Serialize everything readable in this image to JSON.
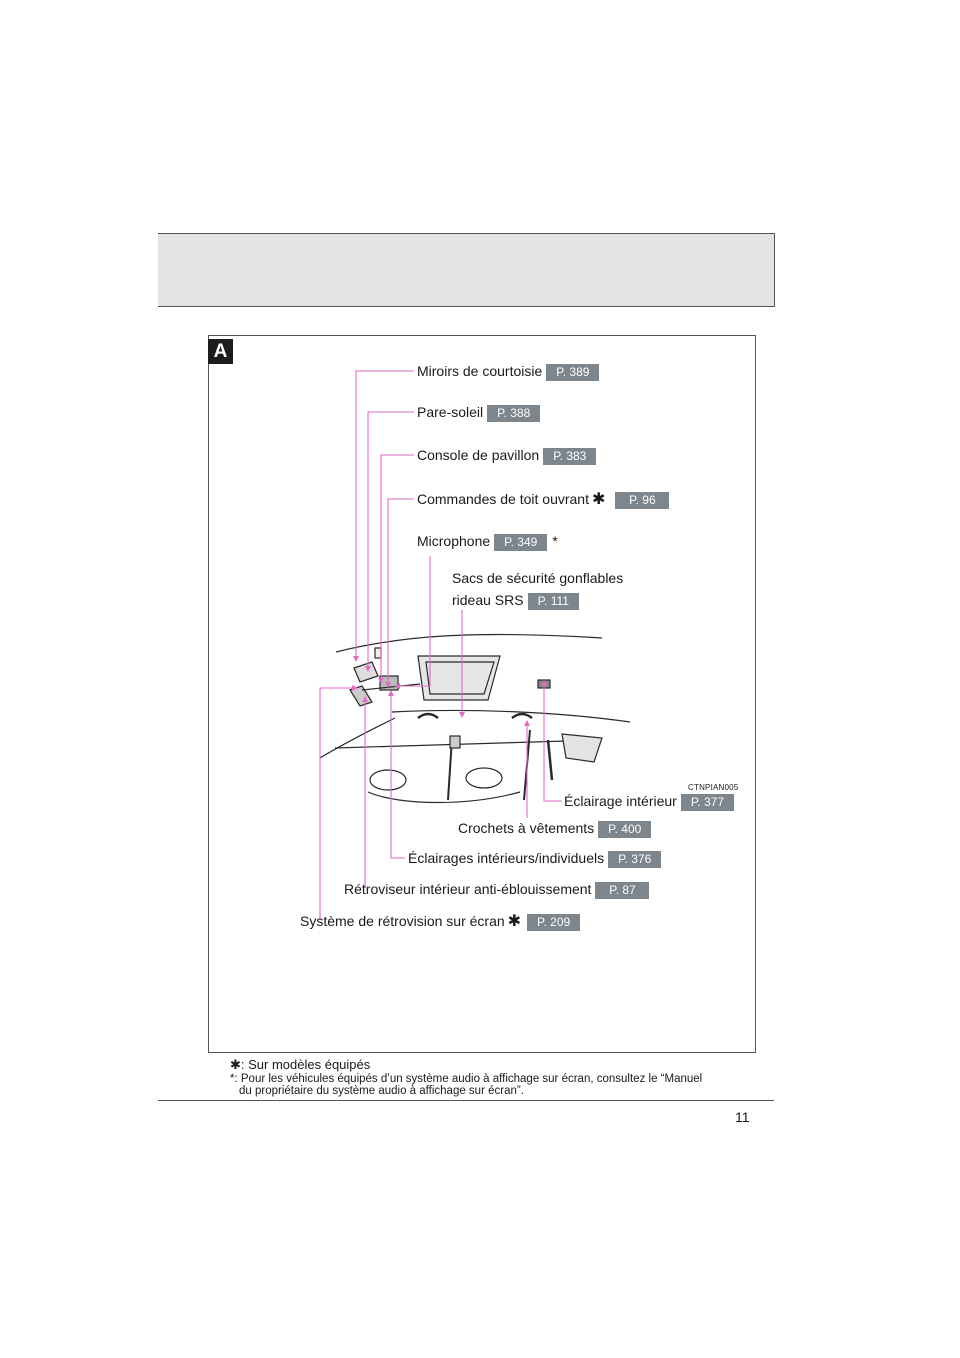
{
  "section_marker": "A",
  "image_code": "CTNPIAN005",
  "page_number": "11",
  "callouts": {
    "miroirs": {
      "label": "Miroirs de courtoisie",
      "page": "P. 389"
    },
    "pare_soleil": {
      "label": "Pare-soleil",
      "page": "P. 388"
    },
    "console": {
      "label": "Console de pavillon",
      "page": "P. 383"
    },
    "toit": {
      "label": "Commandes de toit ouvrant",
      "asterisk": "✱",
      "page": "P. 96"
    },
    "microphone": {
      "label": "Microphone",
      "page": "P. 349",
      "note": "*"
    },
    "sacs": {
      "label_line1": "Sacs de sécurité gonflables",
      "label_line2": "rideau SRS",
      "page": "P. 111"
    },
    "eclairage_int": {
      "label": "Éclairage intérieur",
      "page": "P. 377"
    },
    "crochets": {
      "label": "Crochets à vêtements",
      "page": "P. 400"
    },
    "eclairages_indiv": {
      "label": "Éclairages intérieurs/individuels",
      "page": "P. 376"
    },
    "retroviseur": {
      "label": "Rétroviseur intérieur anti-éblouissement",
      "page": "P. 87"
    },
    "retrovision": {
      "label": "Système de rétrovision sur écran",
      "asterisk": "✱",
      "page": "P. 209"
    }
  },
  "footnotes": {
    "fn1_mark": "✱",
    "fn1_text": ": Sur modèles équipés",
    "fn2_mark": "*:",
    "fn2_text": "Pour les véhicules équipés d’un système audio à affichage sur écran, consultez le “Manuel",
    "fn2_text_cont": "du propriétaire du système audio à affichage sur écran”."
  },
  "colors": {
    "leader": "#e26bc4",
    "page_badge": "#7d858d",
    "header_band": "#e2e3e3"
  }
}
